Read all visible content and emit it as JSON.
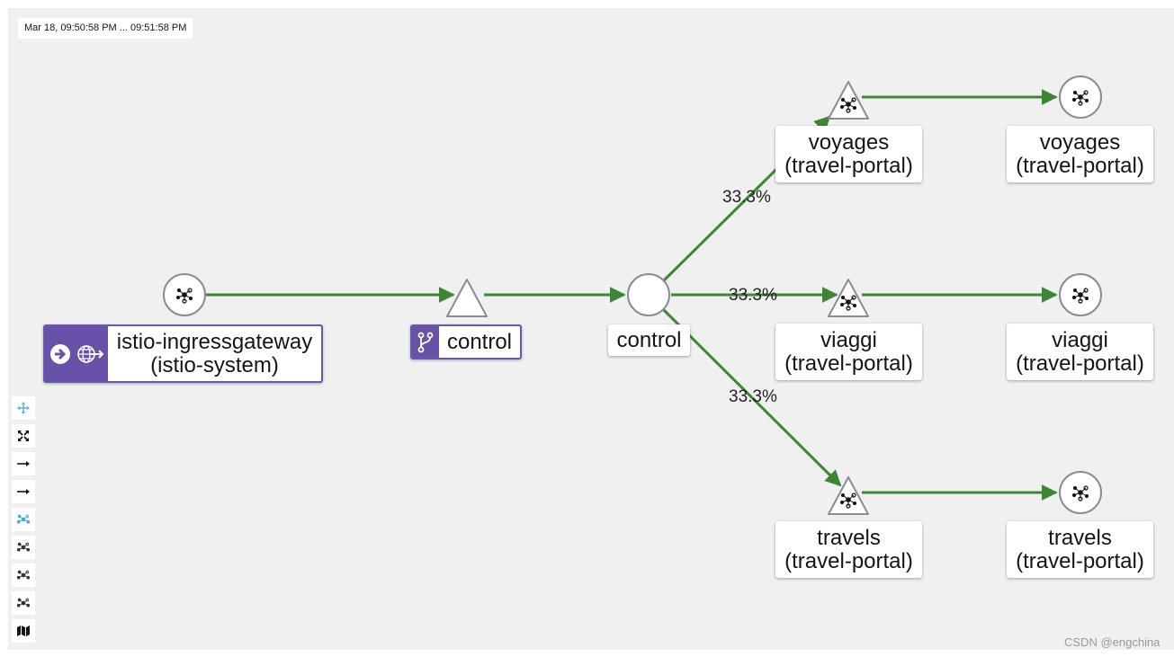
{
  "timestamp": "Mar 18, 09:50:58 PM ... 09:51:58 PM",
  "colors": {
    "edge": "#3e8635",
    "badge": "#6751a9",
    "canvas": "#f0f0f0"
  },
  "nodes": {
    "ingress": {
      "name": "istio-ingressgateway",
      "namespace": "(istio-system)"
    },
    "virtual_service": {
      "name": "control"
    },
    "service": {
      "name": "control"
    },
    "apps": [
      {
        "name": "voyages",
        "namespace": "(travel-portal)"
      },
      {
        "name": "viaggi",
        "namespace": "(travel-portal)"
      },
      {
        "name": "travels",
        "namespace": "(travel-portal)"
      }
    ],
    "workloads": [
      {
        "name": "voyages",
        "namespace": "(travel-portal)"
      },
      {
        "name": "viaggi",
        "namespace": "(travel-portal)"
      },
      {
        "name": "travels",
        "namespace": "(travel-portal)"
      }
    ]
  },
  "edges": {
    "to_voyages": "33.3%",
    "to_viaggi": "33.3%",
    "to_travels": "33.3%"
  },
  "toolbar": [
    {
      "icon": "pan-icon"
    },
    {
      "icon": "fit-icon"
    },
    {
      "icon": "layout-arrow-icon"
    },
    {
      "icon": "layout-arrow-icon"
    },
    {
      "icon": "hierarchy-icon"
    },
    {
      "icon": "hierarchy-icon"
    },
    {
      "icon": "hierarchy-icon"
    },
    {
      "icon": "hierarchy-icon"
    },
    {
      "icon": "map-icon"
    }
  ],
  "watermark": "CSDN @engchina"
}
